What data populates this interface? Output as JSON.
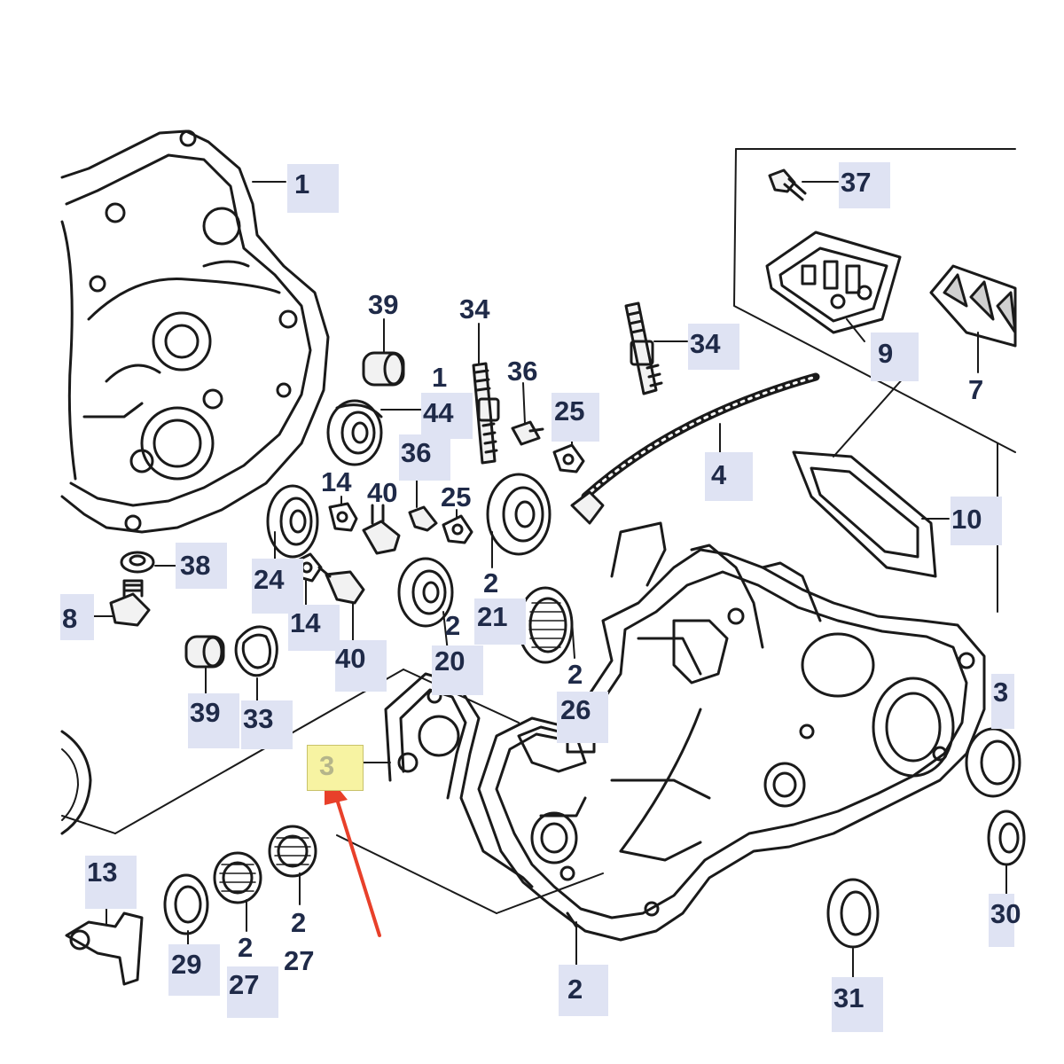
{
  "colors": {
    "line": "#1a1a1a",
    "label": "#1f2a48",
    "label_shade": "#dfe3f3",
    "highlight_fill": "#f7f3a2",
    "highlight_text": "#b5b58a",
    "arrow": "#e8402a"
  },
  "callouts": [
    {
      "id": "c1",
      "text": "1"
    },
    {
      "id": "c37",
      "text": "37"
    },
    {
      "id": "c39a",
      "text": "39"
    },
    {
      "id": "c34a",
      "text": "34"
    },
    {
      "id": "c34b",
      "text": "34"
    },
    {
      "id": "c1b",
      "text": "1"
    },
    {
      "id": "c44",
      "text": "44"
    },
    {
      "id": "c36a",
      "text": "36"
    },
    {
      "id": "c25a",
      "text": "25"
    },
    {
      "id": "c9",
      "text": "9"
    },
    {
      "id": "c7",
      "text": "7"
    },
    {
      "id": "c4",
      "text": "4"
    },
    {
      "id": "c36b",
      "text": "36"
    },
    {
      "id": "c14a",
      "text": "14"
    },
    {
      "id": "c40a",
      "text": "40"
    },
    {
      "id": "c25b",
      "text": "25"
    },
    {
      "id": "c10",
      "text": "10"
    },
    {
      "id": "c38",
      "text": "38"
    },
    {
      "id": "c24",
      "text": "24"
    },
    {
      "id": "c2a",
      "text": "2"
    },
    {
      "id": "c8",
      "text": "8"
    },
    {
      "id": "c14b",
      "text": "14"
    },
    {
      "id": "c2b",
      "text": "2"
    },
    {
      "id": "c21",
      "text": "21"
    },
    {
      "id": "c40b",
      "text": "40"
    },
    {
      "id": "c20",
      "text": "20"
    },
    {
      "id": "c2c",
      "text": "2"
    },
    {
      "id": "c39b",
      "text": "39"
    },
    {
      "id": "c33",
      "text": "33"
    },
    {
      "id": "c26",
      "text": "26"
    },
    {
      "id": "c3r",
      "text": "3"
    },
    {
      "id": "c3",
      "text": "3"
    },
    {
      "id": "c13",
      "text": "13"
    },
    {
      "id": "c2d",
      "text": "2"
    },
    {
      "id": "c2e",
      "text": "2"
    },
    {
      "id": "c27a",
      "text": "27"
    },
    {
      "id": "c29",
      "text": "29"
    },
    {
      "id": "c27b",
      "text": "27"
    },
    {
      "id": "c30",
      "text": "30"
    },
    {
      "id": "c2f",
      "text": "2"
    },
    {
      "id": "c31",
      "text": "31"
    }
  ]
}
